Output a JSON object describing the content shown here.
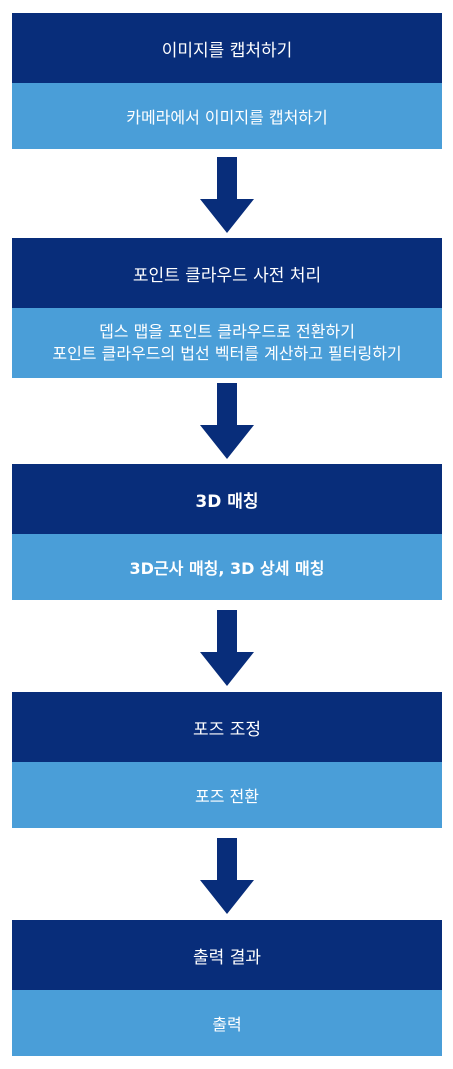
{
  "steps": [
    {
      "title": "이미지를 캡처하기",
      "details": [
        "카메라에서 이미지를 캡처하기"
      ]
    },
    {
      "title": "포인트 클라우드 사전 처리",
      "details": [
        "뎁스 맵을 포인트 클라우드로 전환하기",
        "포인트 클라우드의 법선 벡터를 계산하고 필터링하기"
      ]
    },
    {
      "title": "3D 매칭",
      "details": [
        "3D근사 매칭, 3D 상세 매칭"
      ]
    },
    {
      "title": "포즈 조정",
      "details": [
        "포즈 전환"
      ]
    },
    {
      "title": "출력 결과",
      "details": [
        "출력"
      ]
    }
  ],
  "colors": {
    "header": "#082d7a",
    "body": "#4a9ed8",
    "arrow": "#082d7a",
    "text": "#ffffff"
  },
  "icons": {
    "connector": "down-arrow-icon"
  }
}
